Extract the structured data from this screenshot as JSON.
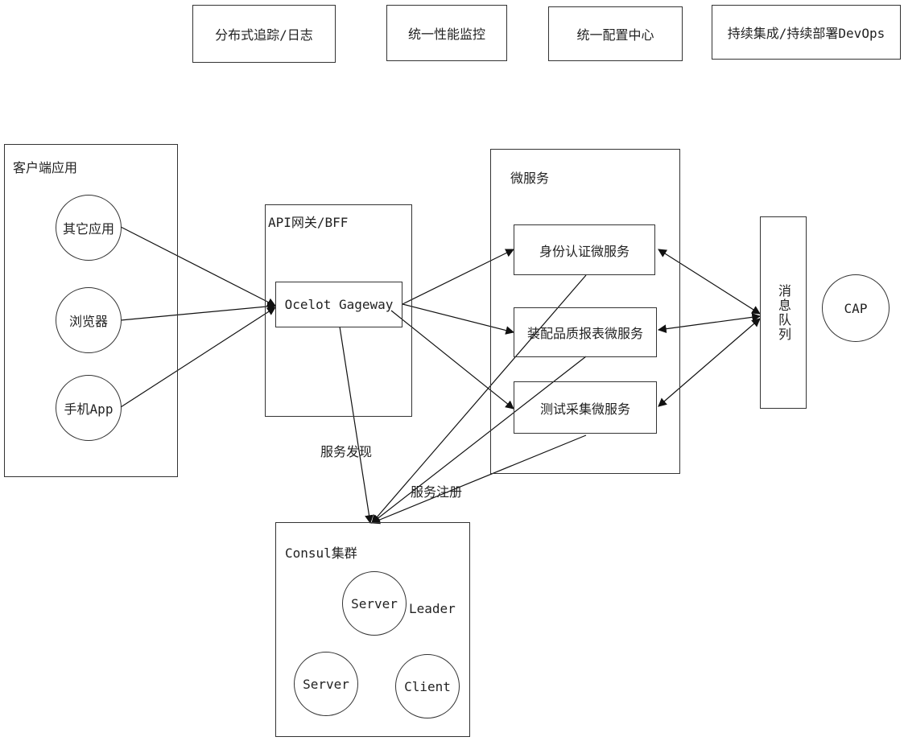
{
  "top_boxes": {
    "tracing": "分布式追踪/日志",
    "monitoring": "统一性能监控",
    "config": "统一配置中心",
    "cicd": "持续集成/持续部署DevOps"
  },
  "clients": {
    "title": "客户端应用",
    "other_apps": "其它应用",
    "browser": "浏览器",
    "mobile": "手机App"
  },
  "gateway": {
    "title": "API网关/BFF",
    "ocelot": "Ocelot Gageway"
  },
  "microservices": {
    "title": "微服务",
    "auth": "身份认证微服务",
    "quality": "装配品质报表微服务",
    "testing": "测试采集微服务"
  },
  "mq": {
    "label": "消息队列"
  },
  "cap": {
    "label": "CAP"
  },
  "edges": {
    "discovery": "服务发现",
    "registration": "服务注册"
  },
  "consul": {
    "title": "Consul集群",
    "server_leader": "Server",
    "leader_label": "Leader",
    "server": "Server",
    "client": "Client"
  }
}
